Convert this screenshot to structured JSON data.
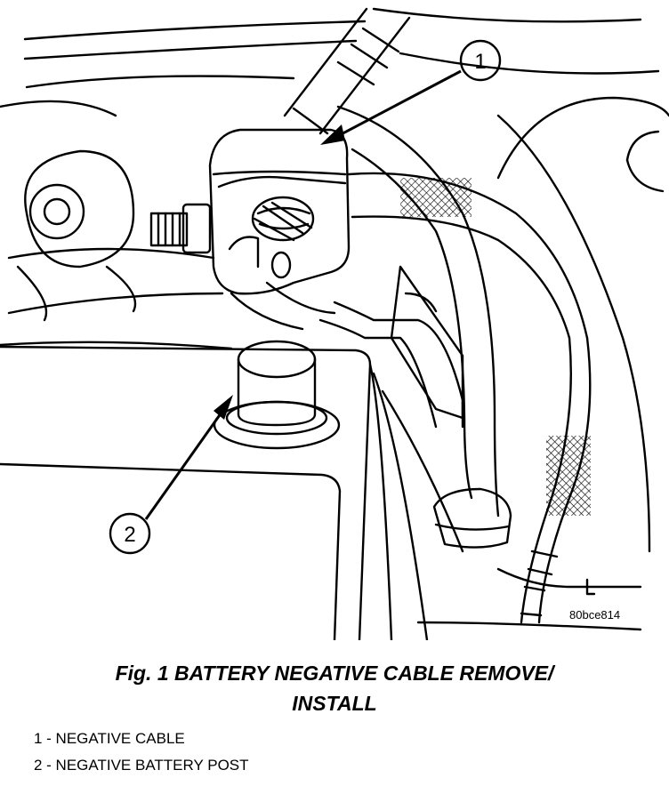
{
  "figure": {
    "callouts": [
      {
        "number": "1"
      },
      {
        "number": "2"
      }
    ],
    "image_code": "80bce814"
  },
  "caption": {
    "line1": "Fig. 1 BATTERY NEGATIVE CABLE REMOVE/",
    "line2": "INSTALL"
  },
  "legend": [
    "1 - NEGATIVE CABLE",
    "2 - NEGATIVE BATTERY POST"
  ]
}
